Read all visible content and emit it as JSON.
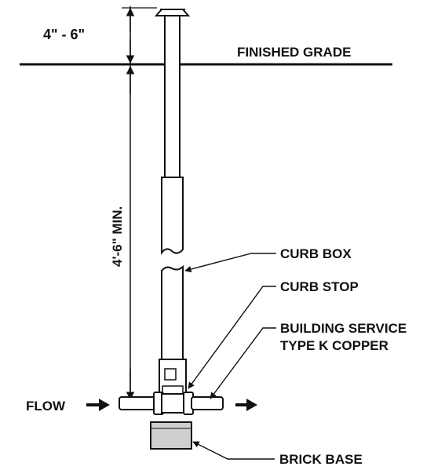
{
  "diagram": {
    "dimension_top": "4\" - 6\"",
    "dimension_depth": "4'-6\" MIN.",
    "labels": {
      "finished_grade": "FINISHED GRADE",
      "curb_box": "CURB BOX",
      "curb_stop": "CURB STOP",
      "building_service_line1": "BUILDING SERVICE",
      "building_service_line2": "TYPE K COPPER",
      "flow": "FLOW",
      "brick_base": "BRICK BASE"
    },
    "colors": {
      "ink": "#111111",
      "fill": "#ffffff",
      "base": "#cfcfcf"
    }
  }
}
